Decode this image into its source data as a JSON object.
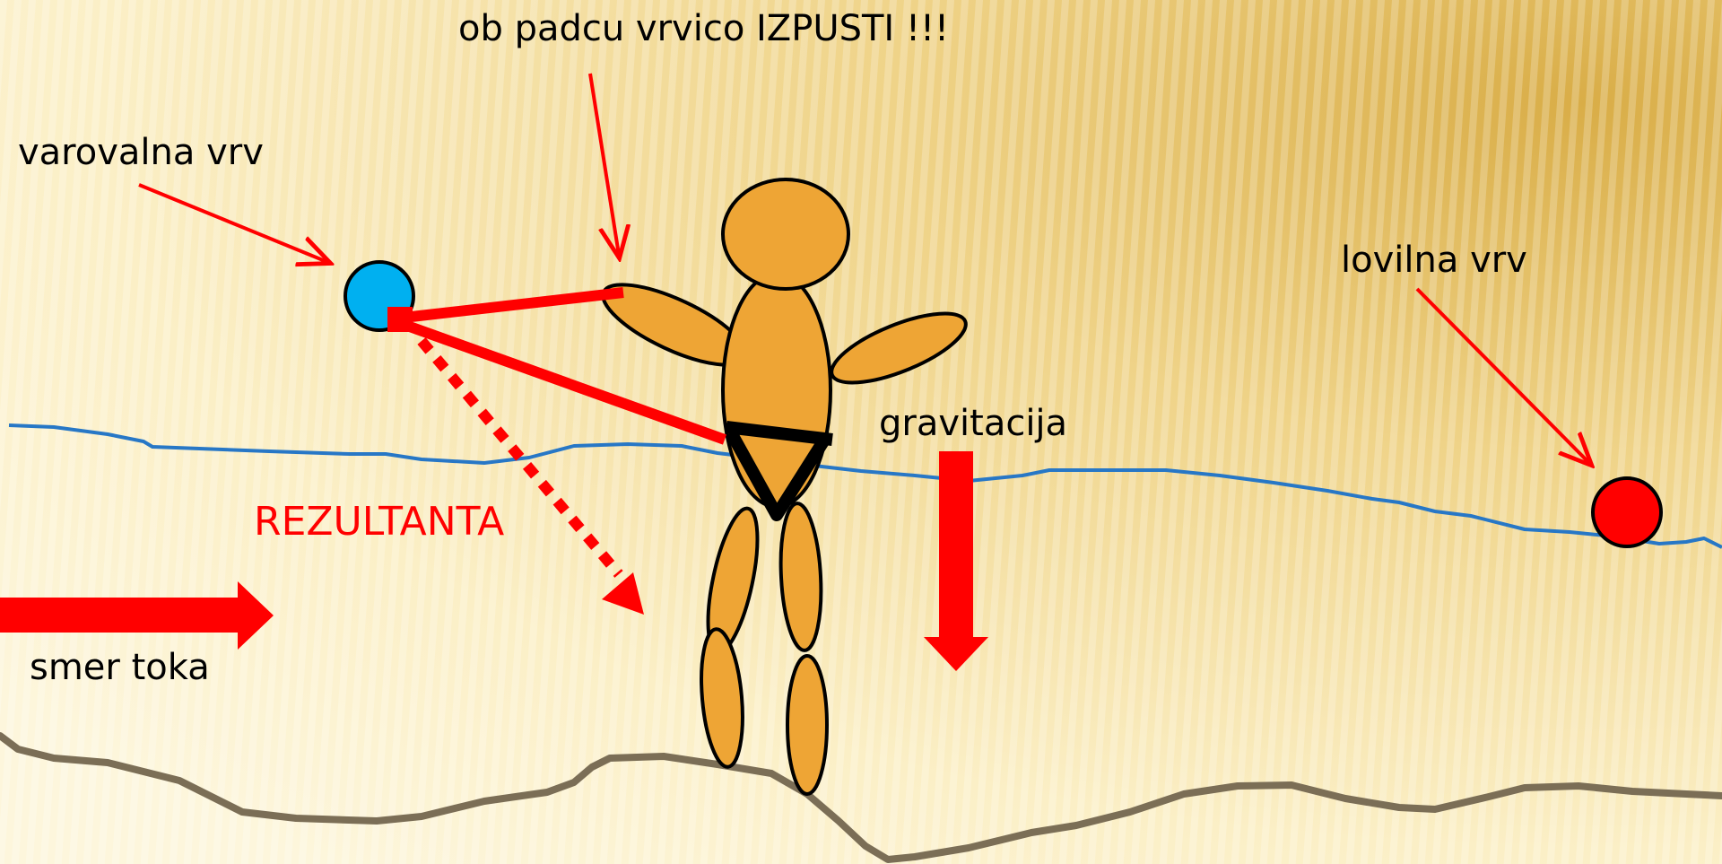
{
  "labels": {
    "instruction": "ob padcu vrvico IZPUSTI  !!!",
    "belay_rope": "varovalna vrv",
    "catch_rope": "lovilna vrv",
    "gravity": "gravitacija",
    "resultant": "REZULTANTA",
    "flow_direction": "smer toka"
  },
  "colors": {
    "background_light": "#fbf2cf",
    "background_dark": "#e6c466",
    "arrow_red": "#ff0000",
    "belay_ball": "#00b0f0",
    "catch_ball": "#ff0000",
    "figure_orange": "#eea535",
    "water_line": "#2777c6",
    "ground_line": "#7b6e56"
  }
}
